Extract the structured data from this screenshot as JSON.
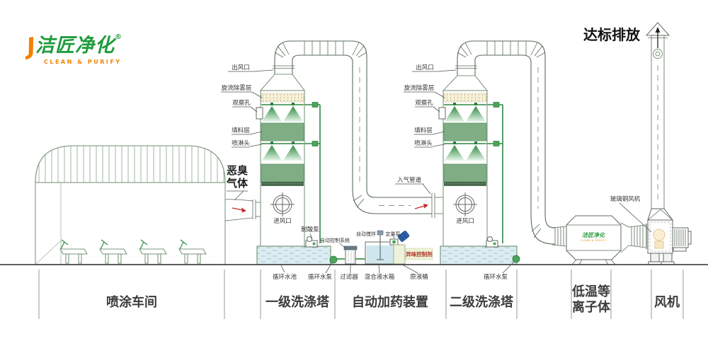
{
  "colors": {
    "logo_green": "#1f9c3d",
    "logo_orange": "#f08300",
    "outline_green": "#7d977d",
    "packing_green": "#7fae85",
    "spray_green": "#2e8742",
    "water_blue": "#dcedf2",
    "demister_cream": "#f6f1d9",
    "agent_red": "#b03226",
    "arrow_red": "#c62828",
    "barrel_blue": "#2a5fa8"
  },
  "logo": {
    "j": "J",
    "brand": "洁匠净化",
    "reg": "®",
    "tagline": "CLEAN & PURIFY"
  },
  "headline": {
    "discharge": "达标排放"
  },
  "workshop": {
    "gas_line1": "恶臭",
    "gas_line2": "气体"
  },
  "tower1": {
    "outlet": "出风口",
    "demister": "旋流除雾层",
    "peephole": "观察孔",
    "packing": "填料层",
    "spray_head": "喷淋头",
    "inlet_port": "进风口",
    "acid_pump": "耐酸泵",
    "pool": "循环水池",
    "circ_pump": "循环水泵"
  },
  "tower2": {
    "outlet": "出风口",
    "demister": "旋流除雾层",
    "peephole": "观察孔",
    "packing": "填料层",
    "spray_head": "喷淋头",
    "inlet_port": "进风口",
    "circ_pump": "循环水泵"
  },
  "piping": {
    "inlet_pipe": "入气管道"
  },
  "dosing": {
    "auto_control": "自动控制系统",
    "auto_stir": "自动搅拌",
    "meter_pump": "定量泵",
    "odor_agent": "异味控制剂",
    "filter": "过滤器",
    "mix_tank": "混合液水箱",
    "stock_barrel": "原液桶"
  },
  "fan": {
    "frp_fan": "玻璃钢风机"
  },
  "plasma": {
    "brand": "洁匠净化",
    "tagline": "CLEAN & PURIFY"
  },
  "sections": [
    {
      "label": "喷涂车间"
    },
    {
      "label": "一级洗涤塔"
    },
    {
      "label": "自动加药装置"
    },
    {
      "label": "二级洗涤塔"
    },
    {
      "label": "低温等",
      "label2": "离子体"
    },
    {
      "label": "风机"
    }
  ]
}
